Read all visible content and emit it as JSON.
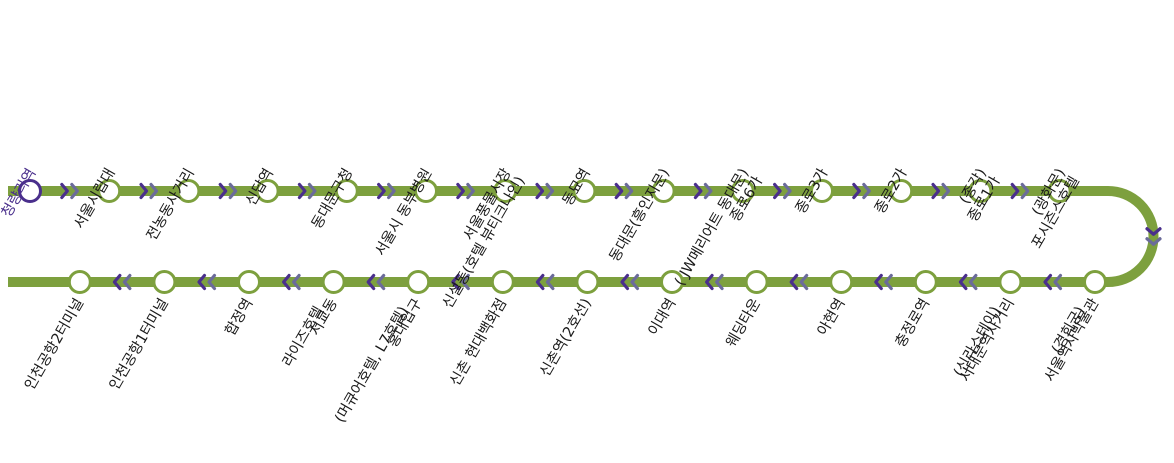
{
  "colors": {
    "line": "#7da03e",
    "current_station": "#4a2f8c",
    "arrow": "#4a2f8c",
    "arrow_alt": "#6b6b9a",
    "station_fill": "#ffffff",
    "text": "#1a1a1a"
  },
  "direction_icon": "chevron-right-icon",
  "top_stations": [
    {
      "lines": [
        "청량리역"
      ],
      "current": true
    },
    {
      "lines": [
        "서울시립대"
      ]
    },
    {
      "lines": [
        "전농동사거리"
      ]
    },
    {
      "lines": [
        "신답역"
      ]
    },
    {
      "lines": [
        "동대문구청"
      ]
    },
    {
      "lines": [
        "서울시 동부병원"
      ]
    },
    {
      "lines": [
        "신설동(호텔 뷰티크나인)",
        "서울풍물시장"
      ]
    },
    {
      "lines": [
        "동묘역"
      ]
    },
    {
      "lines": [
        "동대문(흥인지문)"
      ]
    },
    {
      "lines": [
        "종로6가",
        "( JW메리어트 동대문)"
      ]
    },
    {
      "lines": [
        "종로3가"
      ]
    },
    {
      "lines": [
        "종로2가"
      ]
    },
    {
      "lines": [
        "종로1가",
        "(종각)"
      ]
    },
    {
      "lines": [
        "포시즌스호텔",
        "(광화문)"
      ]
    }
  ],
  "bottom_stations": [
    {
      "lines": [
        "서울역사박물관",
        "(경희궁)"
      ]
    },
    {
      "lines": [
        "서대문역사거리",
        "(신라스테이)"
      ]
    },
    {
      "lines": [
        "충정로역"
      ]
    },
    {
      "lines": [
        "아현역"
      ]
    },
    {
      "lines": [
        "웨딩타운"
      ]
    },
    {
      "lines": [
        "이대역"
      ]
    },
    {
      "lines": [
        "신촌역(2호선)"
      ]
    },
    {
      "lines": [
        "신촌 현대백화점"
      ]
    },
    {
      "lines": [
        "홍대입구",
        "(머큐어호텔, L7호텔)"
      ]
    },
    {
      "lines": [
        "서교동",
        "라이즈호텔"
      ]
    },
    {
      "lines": [
        "합정역"
      ]
    },
    {
      "lines": [
        "인천공항1터미널"
      ]
    },
    {
      "lines": [
        "인천공항2터미널"
      ]
    }
  ]
}
